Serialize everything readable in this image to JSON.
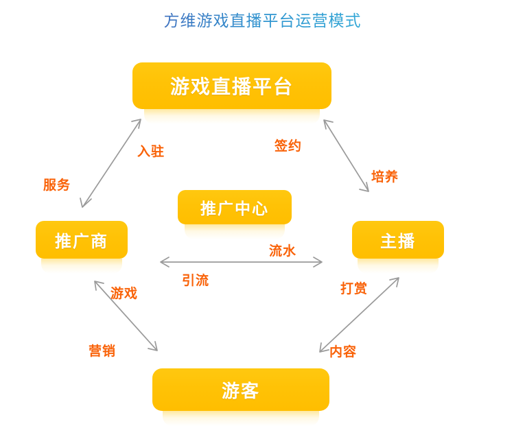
{
  "title": "方维游戏直播平台运营模式",
  "theme": {
    "node_fill": "#FFC206",
    "node_text": "#FFFFFF",
    "edge_label_color": "#F96208",
    "arrow_color": "#9A9A9A",
    "background": "#FFFFFF",
    "title_gradient_start": "#5F4A9C",
    "title_gradient_end": "#56C8E4"
  },
  "nodes": {
    "platform": "游戏直播平台",
    "promoter": "推广商",
    "anchor": "主播",
    "visitor": "游客",
    "center": "推广中心"
  },
  "edge_labels": {
    "ruzhu": "入驻",
    "fuwu": "服务",
    "qianyue": "签约",
    "peiyang": "培养",
    "liushui": "流水",
    "yinliu": "引流",
    "youxi": "游戏",
    "yingxiao": "营销",
    "dashang": "打赏",
    "neirong": "内容"
  },
  "edges": [
    {
      "name": "promoter-platform",
      "from": "推广商",
      "to": "游戏直播平台",
      "bidirectional": true,
      "labels": [
        "入驻",
        "服务"
      ]
    },
    {
      "name": "platform-anchor",
      "from": "游戏直播平台",
      "to": "主播",
      "bidirectional": true,
      "labels": [
        "签约",
        "培养"
      ]
    },
    {
      "name": "promoter-anchor",
      "from": "推广商",
      "to": "主播",
      "bidirectional": true,
      "labels": [
        "流水",
        "引流"
      ]
    },
    {
      "name": "promoter-visitor",
      "from": "推广商",
      "to": "游客",
      "bidirectional": true,
      "labels": [
        "游戏",
        "营销"
      ]
    },
    {
      "name": "visitor-anchor",
      "from": "游客",
      "to": "主播",
      "bidirectional": true,
      "labels": [
        "打赏",
        "内容"
      ]
    }
  ]
}
